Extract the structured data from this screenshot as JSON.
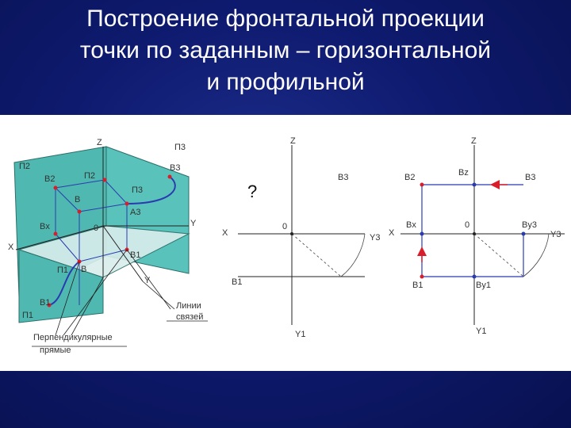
{
  "slide": {
    "title_lines": [
      "Построение фронтальной проекции",
      "точки по заданным – горизонтальной",
      "и профильной"
    ]
  },
  "colors": {
    "background": "#0e1a6e",
    "plane_fill": "#4fb8b0",
    "point": "#d81e2a",
    "projection_line": "#2a3bb0",
    "axis": "#222222"
  },
  "left_figure": {
    "labels": {
      "z": "Z",
      "pi3_top": "П3",
      "pi2": "П2",
      "b2": "B2",
      "pi2_small": "П2",
      "b3": "B3",
      "b": "B",
      "pi3_small": "П3",
      "a3": "A3",
      "bx": "Bx",
      "zero": "0",
      "y": "Y",
      "x": "X",
      "b1_right": "B1",
      "pi1_small": "П1",
      "b_lower": "B",
      "y_lower": "Y",
      "pi1": "П1",
      "b1": "B1",
      "line_note_1": "Линии",
      "line_note_2": "связей",
      "note_1": "Перпендикулярные",
      "note_2": "прямые"
    }
  },
  "middle_figure": {
    "question": "?",
    "labels": {
      "z": "Z",
      "b3": "B3",
      "x": "X",
      "zero": "0",
      "yz": "Y3",
      "b1": "B1",
      "y1": "Y1"
    }
  },
  "right_figure": {
    "labels": {
      "z": "Z",
      "b2": "B2",
      "bz": "Bz",
      "b3": "B3",
      "x": "X",
      "bx": "Bx",
      "zero": "0",
      "by3": "By3",
      "y3": "Y3",
      "b1": "B1",
      "by1": "By1",
      "y1": "Y1"
    }
  }
}
